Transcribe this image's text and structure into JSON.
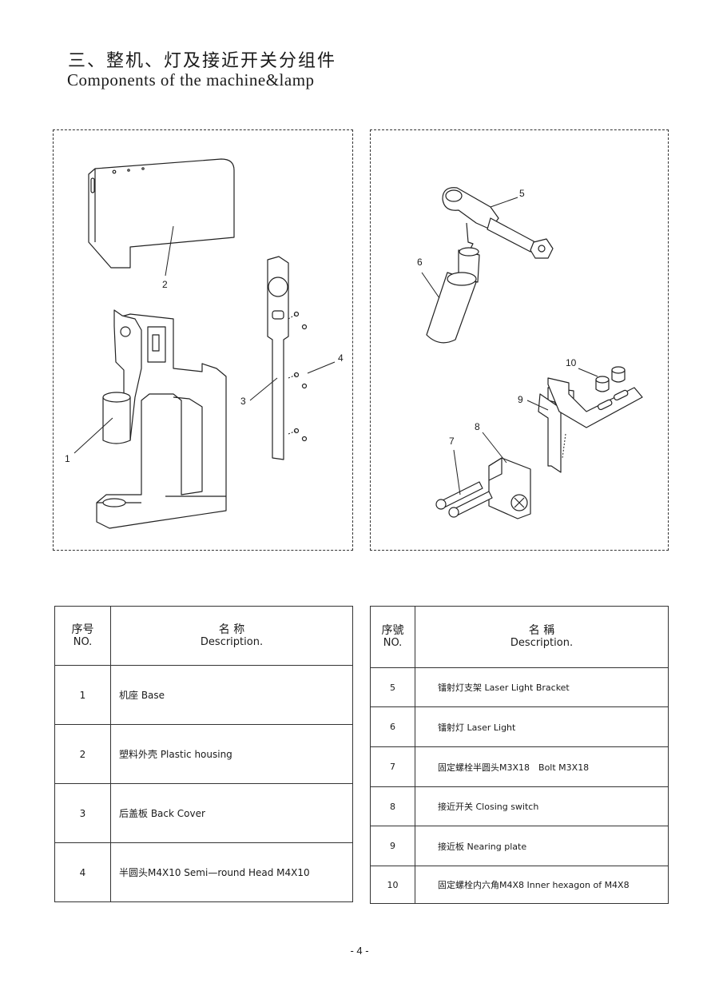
{
  "header": {
    "title_cn": "三、整机、灯及接近开关分组件",
    "title_en": "Components of the machine&lamp"
  },
  "left_diagram": {
    "callouts": [
      "1",
      "2",
      "3",
      "4"
    ]
  },
  "right_diagram": {
    "callouts": [
      "5",
      "6",
      "7",
      "8",
      "9",
      "10"
    ]
  },
  "left_table": {
    "header_no_cn": "序号",
    "header_no_en": "NO.",
    "header_desc_cn": "名 称",
    "header_desc_en": "Description.",
    "rows": [
      {
        "no": "1",
        "desc": "机座 Base"
      },
      {
        "no": "2",
        "desc": "塑料外壳 Plastic housing"
      },
      {
        "no": "3",
        "desc": "后盖板 Back Cover"
      },
      {
        "no": "4",
        "desc": "半圆头M4X10 Semi—round Head M4X10"
      }
    ]
  },
  "right_table": {
    "header_no_cn": "序號",
    "header_no_en": "NO.",
    "header_desc_cn": "名 稱",
    "header_desc_en": "Description.",
    "rows": [
      {
        "no": "5",
        "desc": "镭射灯支架 Laser Light Bracket"
      },
      {
        "no": "6",
        "desc": "镭射灯 Laser Light"
      },
      {
        "no": "7",
        "desc": "固定螺栓半圆头M3X18　Bolt M3X18"
      },
      {
        "no": "8",
        "desc": "接近开关 Closing switch"
      },
      {
        "no": "9",
        "desc": "接近板 Nearing plate"
      },
      {
        "no": "10",
        "desc": "固定螺栓内六角M4X8 Inner hexagon of M4X8"
      }
    ]
  },
  "footer": {
    "page_number": "- 4 -"
  }
}
